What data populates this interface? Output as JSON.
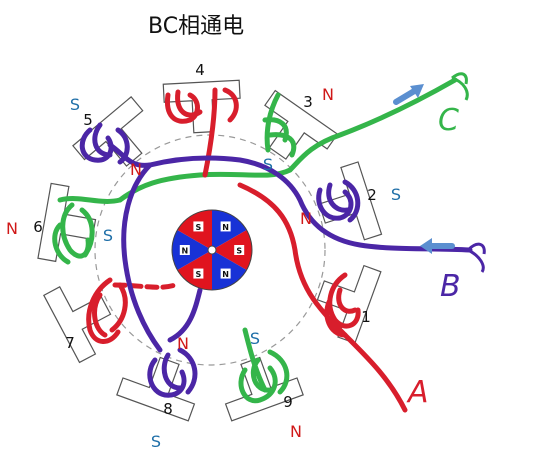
{
  "title": "BC相通电",
  "colors": {
    "red": "#d81e2c",
    "blue": "#4b26a6",
    "green": "#34b54a",
    "pole_text_red": "#d01818",
    "pole_text_blue": "#1f6fa8",
    "rotor_red": "#e0141e",
    "rotor_blue": "#1832d6",
    "arrow": "#5b8fd0"
  },
  "stator_numbers": [
    "1",
    "2",
    "3",
    "4",
    "5",
    "6",
    "7",
    "8",
    "9"
  ],
  "phase_labels": {
    "a": "A",
    "b": "B",
    "c": "C"
  },
  "pole_labels": [
    {
      "id": "n-top",
      "text": "N",
      "color": "red"
    },
    {
      "id": "s-5",
      "text": "S",
      "color": "blue"
    },
    {
      "id": "n-5",
      "text": "N",
      "color": "red"
    },
    {
      "id": "s-3",
      "text": "S",
      "color": "blue"
    },
    {
      "id": "s-2",
      "text": "S",
      "color": "blue"
    },
    {
      "id": "n-2",
      "text": "N",
      "color": "red"
    },
    {
      "id": "n-6",
      "text": "N",
      "color": "red"
    },
    {
      "id": "s-6",
      "text": "S",
      "color": "blue"
    },
    {
      "id": "n-7",
      "text": "N",
      "color": "red"
    },
    {
      "id": "s-9",
      "text": "S",
      "color": "blue"
    },
    {
      "id": "s-8",
      "text": "S",
      "color": "blue"
    },
    {
      "id": "n-9",
      "text": "N",
      "color": "red"
    }
  ],
  "rotor_segments": [
    "N",
    "S",
    "N",
    "S",
    "N",
    "S"
  ]
}
